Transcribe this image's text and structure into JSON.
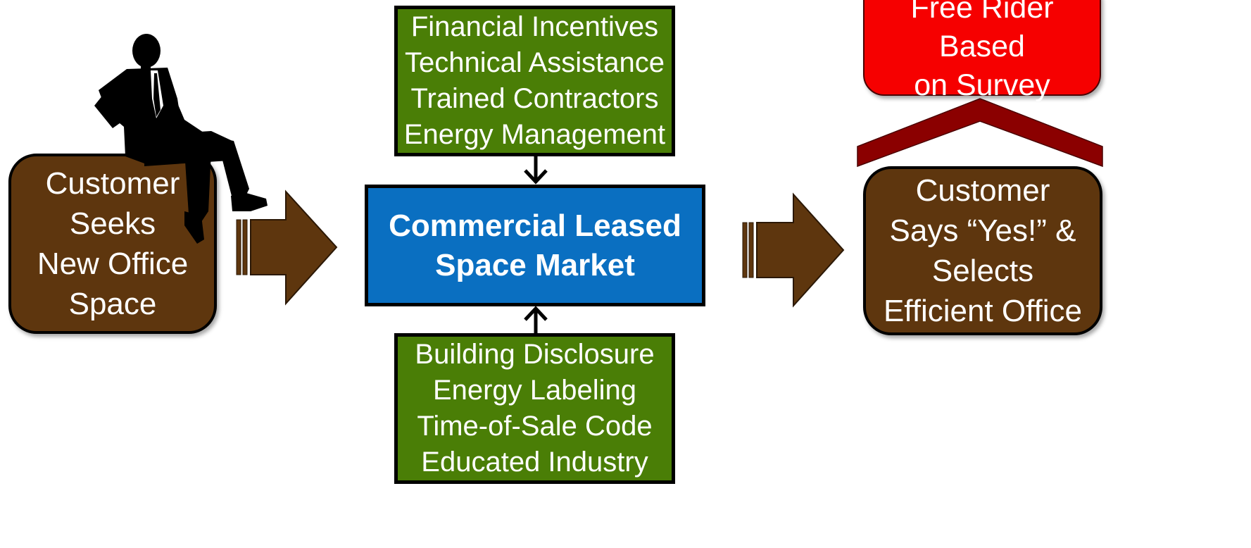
{
  "diagram": {
    "customer_box": {
      "lines": [
        "Customer",
        "Seeks",
        "New Office",
        "Space"
      ]
    },
    "market_box": {
      "lines": [
        "Commercial Leased",
        "Space Market"
      ]
    },
    "top_box": {
      "lines": [
        "Financial Incentives",
        "Technical Assistance",
        "Trained Contractors",
        "Energy Management"
      ]
    },
    "bottom_box": {
      "lines": [
        "Building Disclosure",
        "Energy Labeling",
        "Time-of-Sale Code",
        "Educated Industry"
      ]
    },
    "result_box": {
      "lines": [
        "Customer",
        "Says “Yes!” &",
        "Selects",
        "Efficient Office"
      ]
    },
    "free_rider_box": {
      "lines": [
        "Free Rider",
        "Based",
        "on Survey"
      ]
    },
    "icons": [
      "businessman-silhouette-icon",
      "block-arrow-right-icon",
      "block-arrow-down-icon",
      "block-arrow-up-icon",
      "chevron-up-icon"
    ],
    "colors": {
      "brown": "#5e360e",
      "green": "#4a7e06",
      "blue": "#0a6fc1",
      "red": "#f60000",
      "dark_red": "#8b0000"
    }
  }
}
